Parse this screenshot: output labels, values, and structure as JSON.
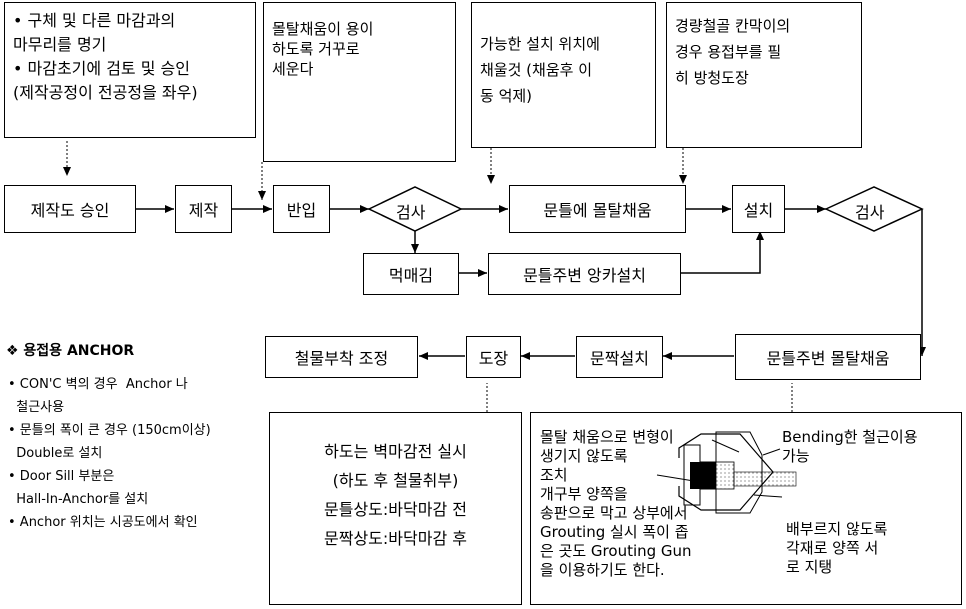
{
  "notes": {
    "top1": [
      "• 구체 및 다른 마감과의",
      "  마무리를 명기",
      "• 마감초기에 검토 및 승인",
      "  (제작공정이 전공정을 좌우)"
    ],
    "top2": [
      "몰탈채움이 용이",
      "하도록 거꾸로",
      "세운다"
    ],
    "top3": [
      "가능한 설치 위치에",
      "채울것 (채움후   이",
      "동 억제)"
    ],
    "top4": [
      "경량철골 칸막이의",
      "경우 용접부를   필",
      "히 방청도장"
    ],
    "bottom1": [
      "하도는 벽마감전 실시",
      "(하도 후 철물취부)",
      "문틀상도:바닥마감 전",
      "문짝상도:바닥마감 후"
    ],
    "bottom2_left": [
      "몰탈 채움으로 변형이",
      "생기지 않도록",
      "조치",
      "개구부 양쪽을",
      "송판으로 막고 상부에서",
      "Grouting 실시 폭이 좁",
      "은 곳도 Grouting  Gun",
      "을 이용하기도 한다."
    ],
    "bottom2_right_top": [
      "Bending한 철근이용",
      "가능"
    ],
    "bottom2_right_bottom": [
      "배부르지 않도록",
      "각재로 양쪽 서",
      "로 지탱"
    ]
  },
  "anchor": {
    "title": "❖ 용접용 ANCHOR",
    "items": [
      "• CON'C 벽의 경우  Anchor 나",
      "  철근사용",
      "• 문틀의 폭이 큰 경우 (150cm이상)",
      "  Double로 설치",
      "• Door Sill 부분은",
      "  Hall-In-Anchor를 설치",
      "• Anchor 위치는 시공도에서 확인"
    ]
  },
  "flow": {
    "approval": "제작도 승인",
    "fabrication": "제작",
    "delivery": "반입",
    "inspection1": "검사",
    "mortar_fill": "문틀에 몰탈채움",
    "install": "설치",
    "inspection2": "검사",
    "ink_marking": "먹매김",
    "anchor_install": "문틀주변 앙카설치",
    "perimeter_mortar": "문틀주변 몰탈채움",
    "leaf_install": "문짝설치",
    "painting": "도장",
    "hardware_adjust": "철물부착 조정"
  }
}
